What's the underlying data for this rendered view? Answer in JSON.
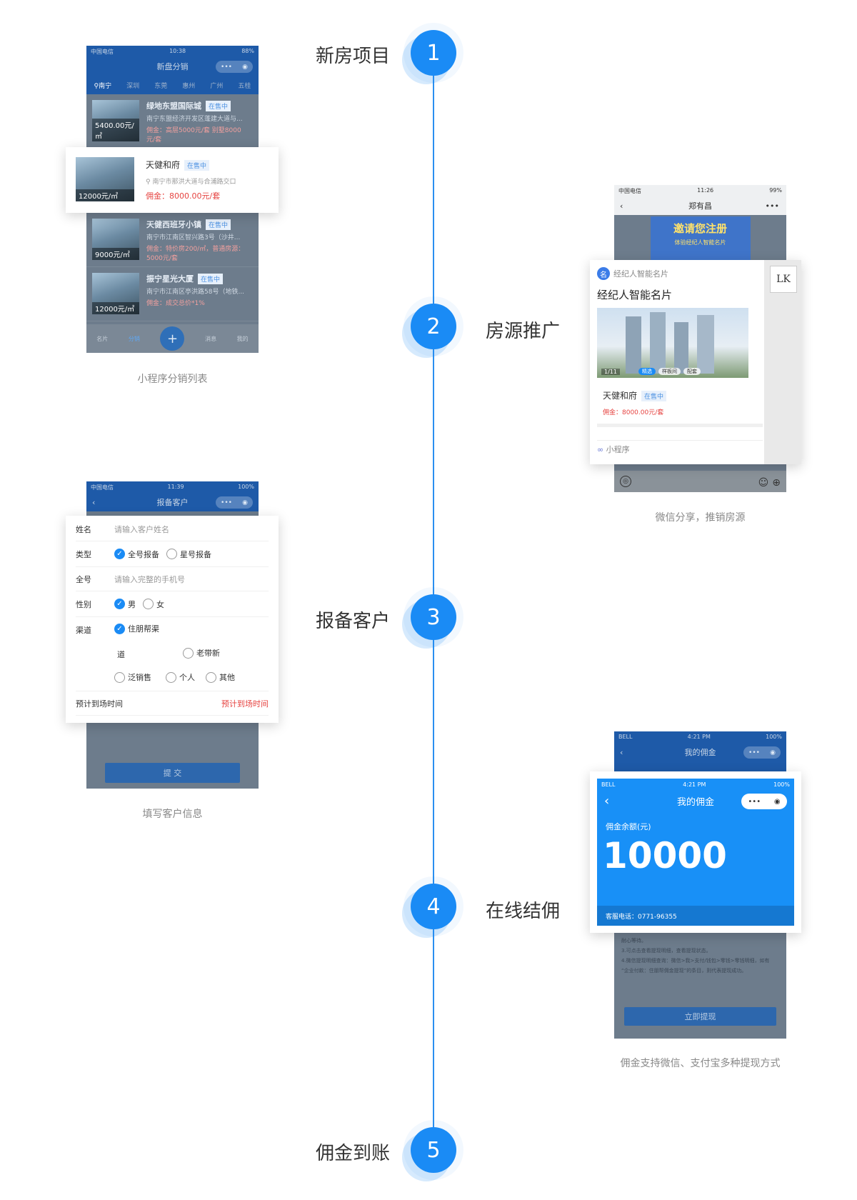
{
  "steps": [
    {
      "num": "1",
      "title": "新房项目"
    },
    {
      "num": "2",
      "title": "房源推广"
    },
    {
      "num": "3",
      "title": "报备客户"
    },
    {
      "num": "4",
      "title": "在线结佣"
    },
    {
      "num": "5",
      "title": "佣金到账"
    }
  ],
  "captions": {
    "list": "小程序分销列表",
    "share": "微信分享，推销房源",
    "report": "填写客户信息",
    "commission": "佣金支持微信、支付宝多种提现方式"
  },
  "screen1": {
    "status_left": "中国电信",
    "status_time": "10:38",
    "status_right": "88%",
    "nav_title": "新盘分销",
    "capsule": "•••",
    "tabs": [
      "南宁",
      "深圳",
      "东莞",
      "惠州",
      "广州",
      "五桂"
    ],
    "items": [
      {
        "name": "绿地东盟国际城",
        "tag": "在售中",
        "addr": "南宁东盟经济开发区蓬建大道与...",
        "commission": "佣金：高层5000元/套 别墅8000元/套",
        "price": "5400.00元/㎡"
      },
      {
        "name": "天健西班牙小镇",
        "tag": "在售中",
        "addr": "南宁市江南区智兴路3号（沙井...",
        "commission": "佣金：特价房200/㎡，普通房源：5000元/套",
        "price": "9000元/㎡"
      },
      {
        "name": "振宁星光大厦",
        "tag": "在售中",
        "addr": "南宁市江南区亭洪路58号（地铁...",
        "commission": "佣金：成交总价*1%",
        "price": "12000元/㎡"
      }
    ],
    "highlight": {
      "name": "天健和府",
      "tag": "在售中",
      "addr": "南宁市那洪大道与合浦路交口",
      "commission": "佣金：8000.00元/套",
      "price": "12000元/㎡"
    },
    "tabbar": [
      "名片",
      "分销",
      "+",
      "消息",
      "我的"
    ]
  },
  "screen2": {
    "status_left": "中国电信",
    "status_time": "11:26",
    "status_right": "99%",
    "nav_title": "郑有昌",
    "banner": "邀请您注册",
    "banner_sub": "体验经纪人智能名片",
    "app_name": "经纪人智能名片",
    "card_title": "经纪人智能名片",
    "pager": "1/11",
    "img_tags": [
      "精选",
      "样板间",
      "配套"
    ],
    "house_name": "天健和府",
    "house_tag": "在售中",
    "house_commission": "佣金：8000.00元/套",
    "mini_label": "小程序",
    "avatar_text": "LK"
  },
  "screen3": {
    "status_left": "中国电信",
    "status_time": "11:39",
    "status_right": "100%",
    "nav_title": "报备客户",
    "fields": {
      "name_label": "姓名",
      "name_ph": "请输入客户姓名",
      "type_label": "类型",
      "type_opt1": "全号报备",
      "type_opt2": "星号报备",
      "phone_label": "全号",
      "phone_ph": "请输入完整的手机号",
      "gender_label": "性别",
      "gender_m": "男",
      "gender_f": "女",
      "channel_label": "渠道",
      "channel_opt1": "住朋帮渠",
      "channel_opt1b": "道",
      "channel_opt2": "老带新",
      "channel_opt3": "泛销售",
      "channel_opt4": "个人",
      "channel_opt5": "其他",
      "time_label": "预计到场时间",
      "time_value": "预计到场时间"
    },
    "submit": "提 交"
  },
  "screen4": {
    "status_left": "BELL",
    "status_time": "4:21 PM",
    "status_right": "100%",
    "nav_title": "我的佣金",
    "balance_label": "佣金余额(元)",
    "balance": "10000",
    "service": "客服电话：0771-96355",
    "notes": [
      "耐心等待。",
      "3.可点击查看提现明细，查看提现状态。",
      "4.微信提现明细查询：微信>我>支付/钱包>零钱>零钱明细，如有",
      "“企业付款：住朋帮佣金提现”的条目，则代表提现成功。"
    ],
    "withdraw": "立即提现"
  },
  "colors": {
    "accent": "#1a8bf5",
    "price_red": "#e64340"
  }
}
